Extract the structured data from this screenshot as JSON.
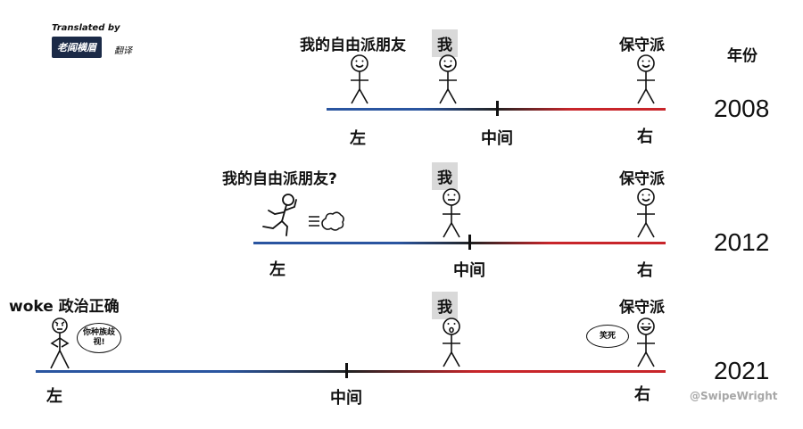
{
  "header": {
    "translated_by": "Translated by",
    "badge": "老阎横眉",
    "translate": "翻译"
  },
  "year_header": "年份",
  "watermark": "@SwipeWright",
  "rows": [
    {
      "year": "2008",
      "friend_label": "我的自由派朋友",
      "me_label": "我",
      "conservative_label": "保守派",
      "left": "左",
      "center": "中间",
      "right": "右"
    },
    {
      "year": "2012",
      "friend_label": "我的自由派朋友?",
      "me_label": "我",
      "conservative_label": "保守派",
      "left": "左",
      "center": "中间",
      "right": "右"
    },
    {
      "year": "2021",
      "friend_label": "woke 政治正确",
      "me_label": "我",
      "conservative_label": "保守派",
      "left": "左",
      "center": "中间",
      "right": "右",
      "woke_speech": "你种族歧视!",
      "conservative_speech": "笑死"
    }
  ],
  "colors": {
    "left": "#2a55a0",
    "center": "#222222",
    "right": "#c8252a"
  }
}
